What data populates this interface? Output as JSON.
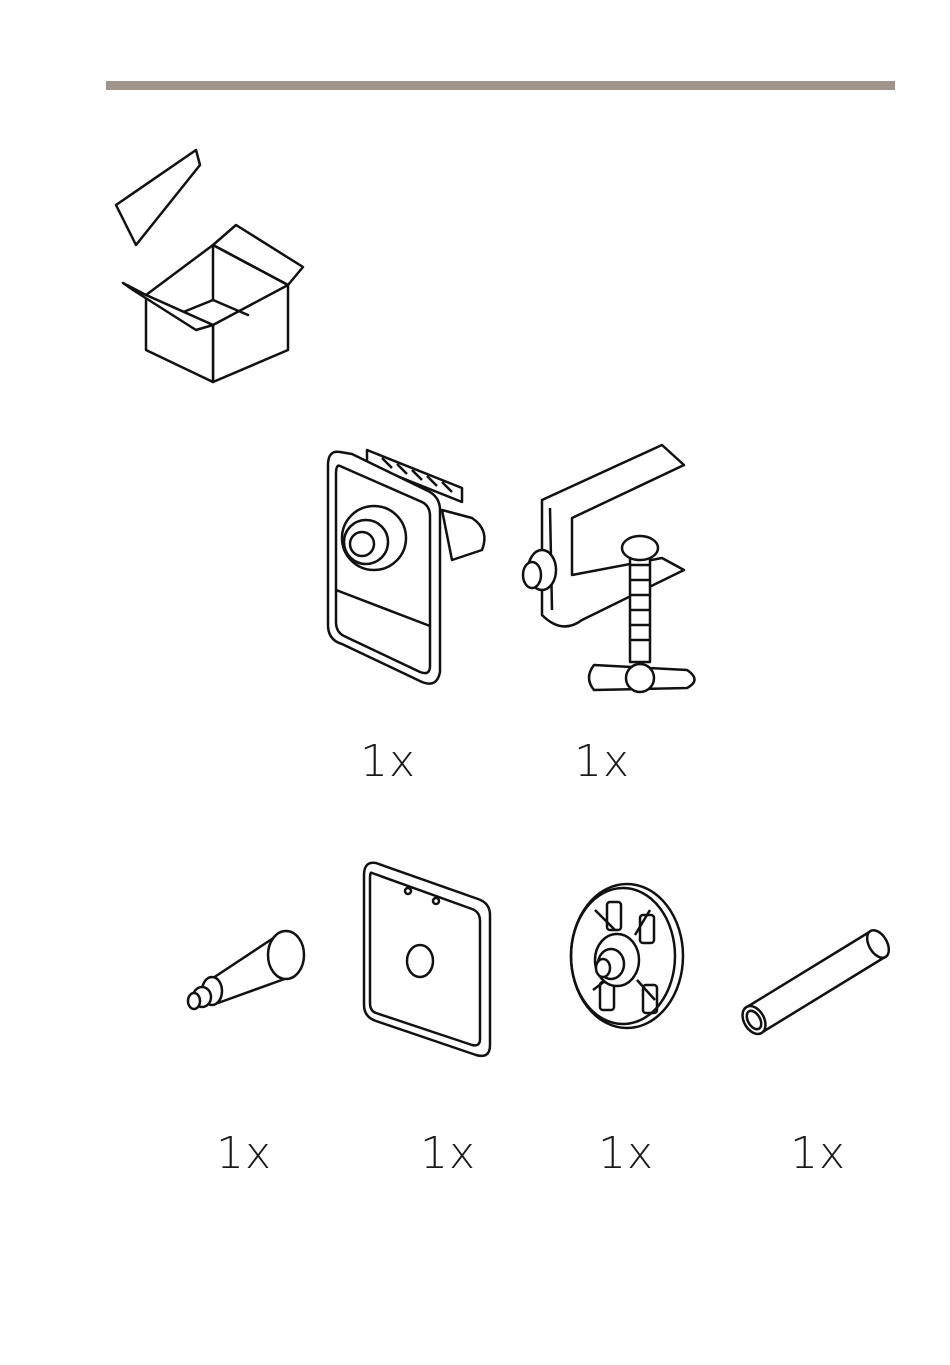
{
  "header": {
    "rule_color": "#a0958a"
  },
  "box": {
    "icon": "open-box-icon"
  },
  "row1": {
    "items": [
      {
        "icon": "camera-icon",
        "quantity": "1x"
      },
      {
        "icon": "clamp-mount-icon",
        "quantity": "1x"
      }
    ]
  },
  "row2": {
    "items": [
      {
        "icon": "adapter-pin-icon",
        "quantity": "1x"
      },
      {
        "icon": "cover-plate-icon",
        "quantity": "1x"
      },
      {
        "icon": "mounting-bracket-icon",
        "quantity": "1x"
      },
      {
        "icon": "extension-tube-icon",
        "quantity": "1x"
      }
    ]
  }
}
